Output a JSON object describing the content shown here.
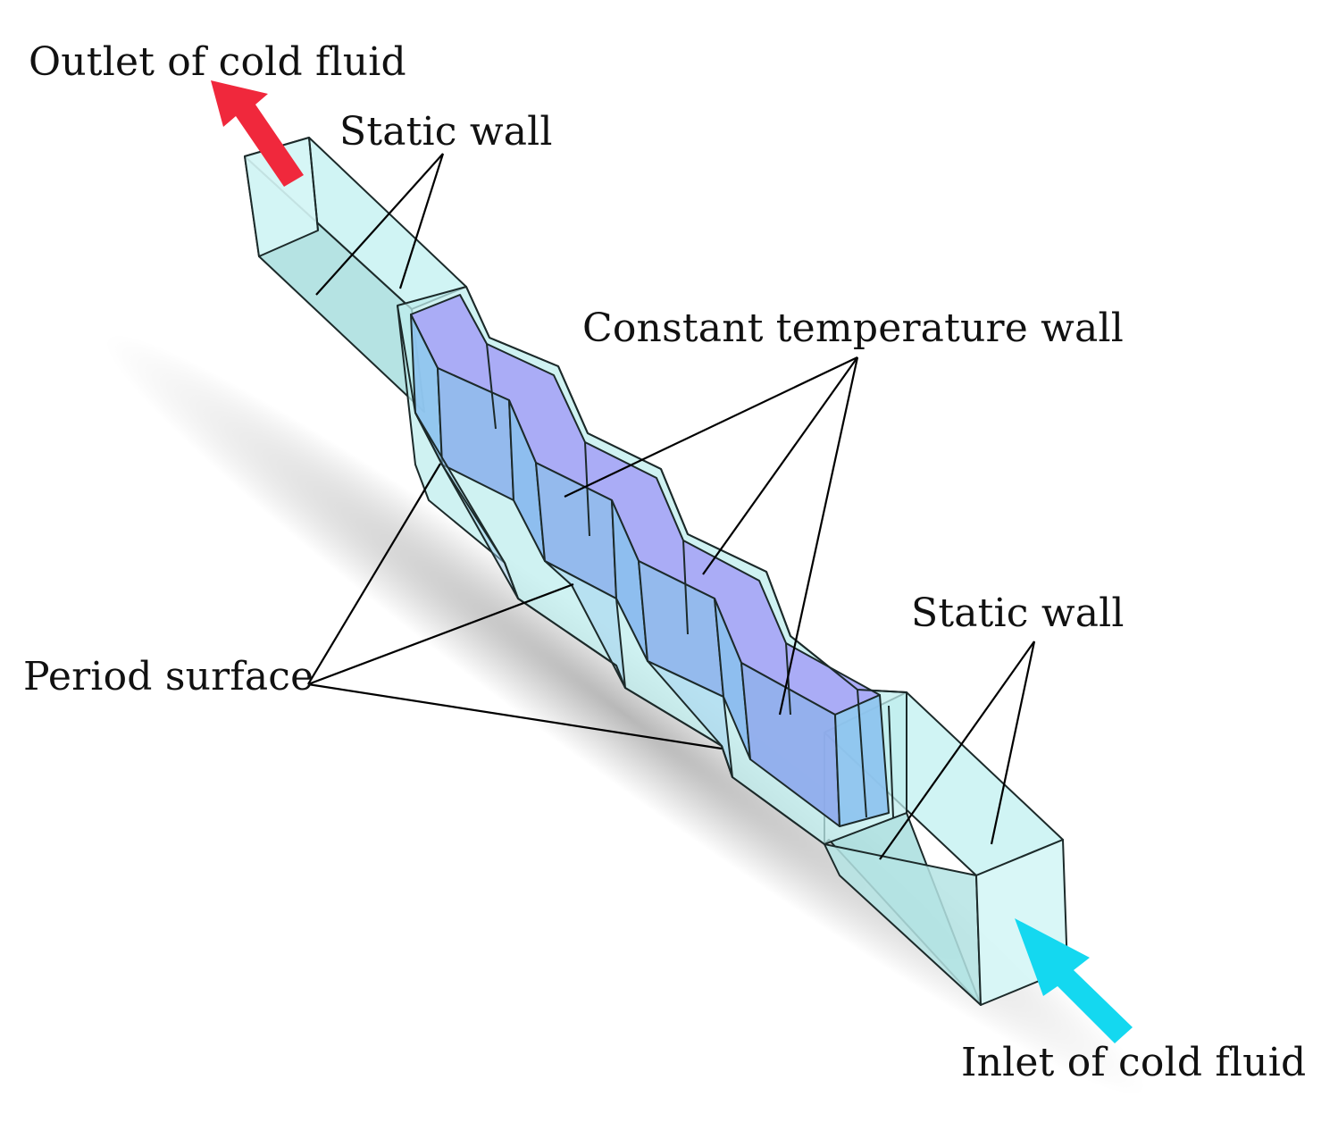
{
  "labels": {
    "outlet": "Outlet of cold fluid",
    "static_wall_top": "Static wall",
    "constant_temperature_wall": "Constant temperature wall",
    "static_wall_bottom": "Static wall",
    "period_surface": "Period surface",
    "inlet": "Inlet of cold fluid"
  },
  "colors": {
    "duct_face": "#bfeeee",
    "duct_edge": "#1c2a2a",
    "heated_wall_top": "#a8a8f5",
    "heated_wall_side": "#8fb8ec",
    "period_face": "#9fd0f0",
    "outlet_arrow": "#f0283c",
    "inlet_arrow": "#14d8f0",
    "leader_line": "#000000"
  }
}
